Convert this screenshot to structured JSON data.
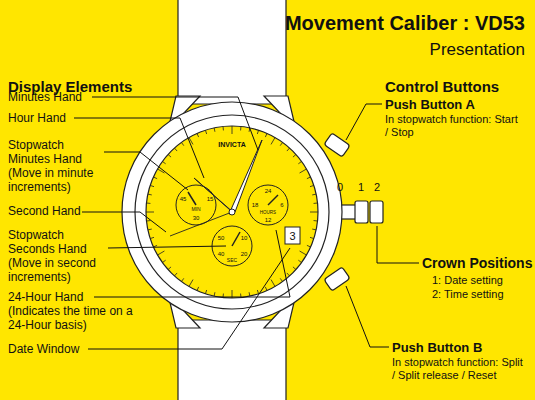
{
  "diagram": {
    "title": "Movement Caliber : VD53",
    "labels": [
      "Presentation",
      "Display Elements",
      "Minutes Hand",
      "Hour Hand",
      "Stopwatch Minutes Hand (Move in minute increments)",
      "Second Hand",
      "Stopwatch Seconds Hand (Move in second increments)",
      "24-Hour Hand (Indicates the time on a 24-Hour basis)",
      "Date Window",
      "Control Buttons",
      "Push Button A",
      "In stopwatch function: Start / Stop",
      "Crown Positions",
      "1: Date setting",
      "2: Time setting",
      "Push Button B",
      "In stopwatch function: Split / Split release / Reset",
      "0",
      "1",
      "2",
      "INVICTA",
      "45",
      "15",
      "MIN",
      "30",
      "50",
      "10",
      "40",
      "SEC",
      "20",
      "24",
      "18",
      "6",
      "HOURS",
      "12",
      "3"
    ]
  }
}
